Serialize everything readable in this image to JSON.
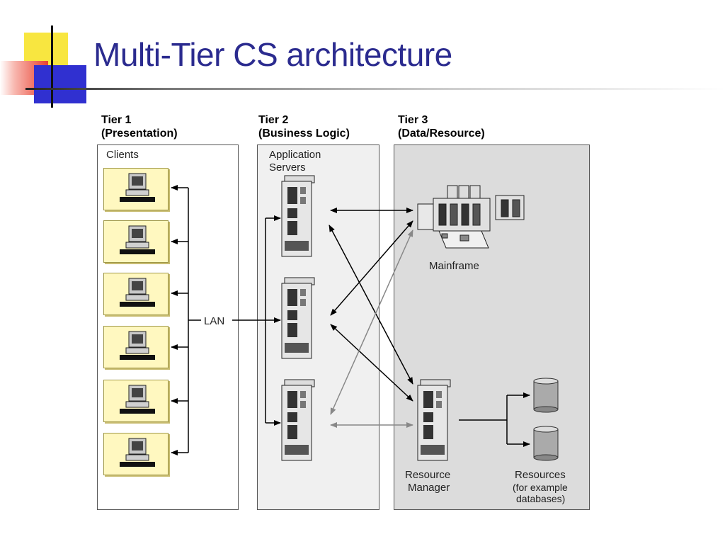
{
  "slide": {
    "title": "Multi-Tier CS architecture"
  },
  "tiers": [
    {
      "name": "Tier 1",
      "sub": "(Presentation)"
    },
    {
      "name": "Tier 2",
      "sub": "(Business Logic)"
    },
    {
      "name": "Tier 3",
      "sub": "(Data/Resource)"
    }
  ],
  "labels": {
    "clients": "Clients",
    "app_servers_1": "Application",
    "app_servers_2": "Servers",
    "lan": "LAN",
    "mainframe": "Mainframe",
    "rm_1": "Resource",
    "rm_2": "Manager",
    "res_1": "Resources",
    "res_2": "(for example",
    "res_3": "databases)"
  },
  "colors": {
    "title": "#2b2b8f",
    "client_fill": "#fff8c0",
    "tier2_fill": "#f0f0f0",
    "tier3_fill": "#dcdcdc"
  }
}
